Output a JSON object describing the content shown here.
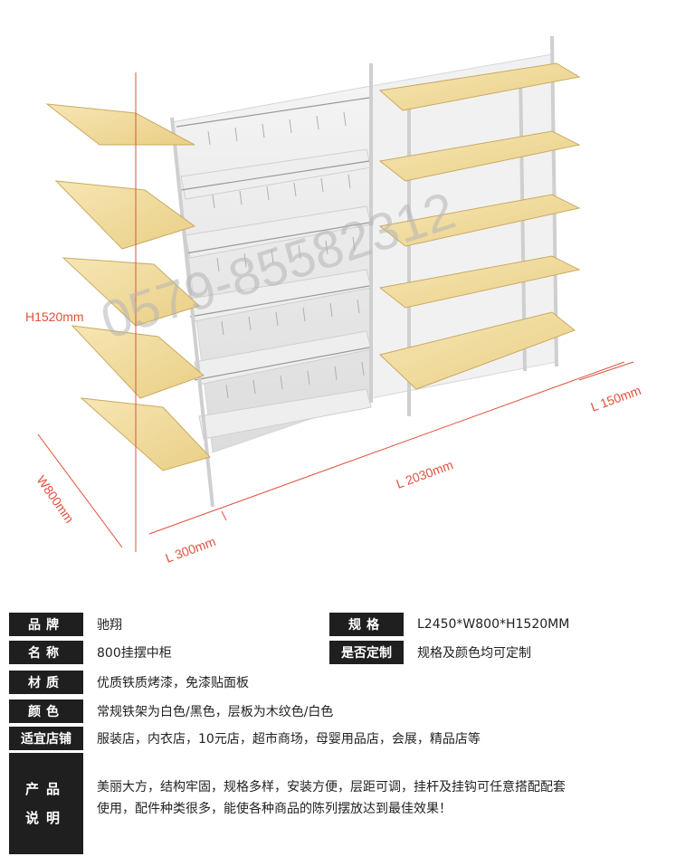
{
  "figure": {
    "dimensions": {
      "height": "H1520mm",
      "width": "W800mm",
      "length": "L 2030mm",
      "end_depth_left": "L 300mm",
      "end_depth_right": "L 150mm"
    },
    "watermark": "0579-85582312",
    "colors": {
      "dimension": "#e0503c",
      "wood": "#f3dc9e",
      "frame": "#e6e6e6"
    }
  },
  "specs": {
    "brand_label": "品牌",
    "brand_value": "驰翔",
    "size_label": "规格",
    "size_value": "L2450*W800*H1520MM",
    "name_label": "名称",
    "name_value": "800挂摆中柜",
    "custom_label": "是否定制",
    "custom_value": "规格及颜色均可定制",
    "material_label": "材质",
    "material_value": "优质铁质烤漆，免漆贴面板",
    "color_label": "颜色",
    "color_value": "常规铁架为白色/黑色，层板为木纹色/白色",
    "store_label": "适宜店铺",
    "store_value": "服装店，内衣店，10元店，超市商场，母婴用品店，会展，精品店等",
    "desc_label_1": "产品",
    "desc_label_2": "说明",
    "desc_line_1": "美丽大方，结构牢固，规格多样，安装方便，层距可调，挂杆及挂钩可任意搭配配套",
    "desc_line_2": "使用，配件种类很多，能使各种商品的陈列摆放达到最佳效果！"
  }
}
